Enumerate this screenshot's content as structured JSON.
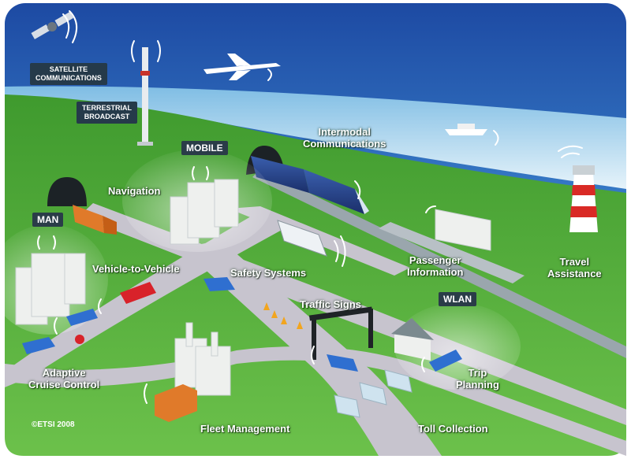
{
  "labels": {
    "satellite": "SATELLITE\nCOMMUNICATIONS",
    "terrestrial": "TERRESTRIAL\nBROADCAST",
    "mobile": "MOBILE",
    "man": "MAN",
    "wlan": "WLAN",
    "navigation": "Navigation",
    "intermodal": "Intermodal\nCommunications",
    "vehicle_to_vehicle": "Vehicle-to-Vehicle",
    "safety_systems": "Safety Systems",
    "passenger_information": "Passenger\nInformation",
    "travel_assistance": "Travel\nAssistance",
    "traffic_signs": "Traffic Signs",
    "adaptive_cruise_control": "Adaptive\nCruise Control",
    "trip_planning": "Trip\nPlanning",
    "fleet_management": "Fleet Management",
    "toll_collection": "Toll Collection",
    "copyright": "©ETSI 2008"
  },
  "colors": {
    "sky_top": "#1f4fa8",
    "sky_bottom": "#d7ecf7",
    "grass": "#55a83a",
    "road": "#c9c6cf",
    "label_box": "#253a4a",
    "truck": "#e07a2a",
    "car_blue": "#2f6fd0",
    "car_red": "#d8222a"
  }
}
